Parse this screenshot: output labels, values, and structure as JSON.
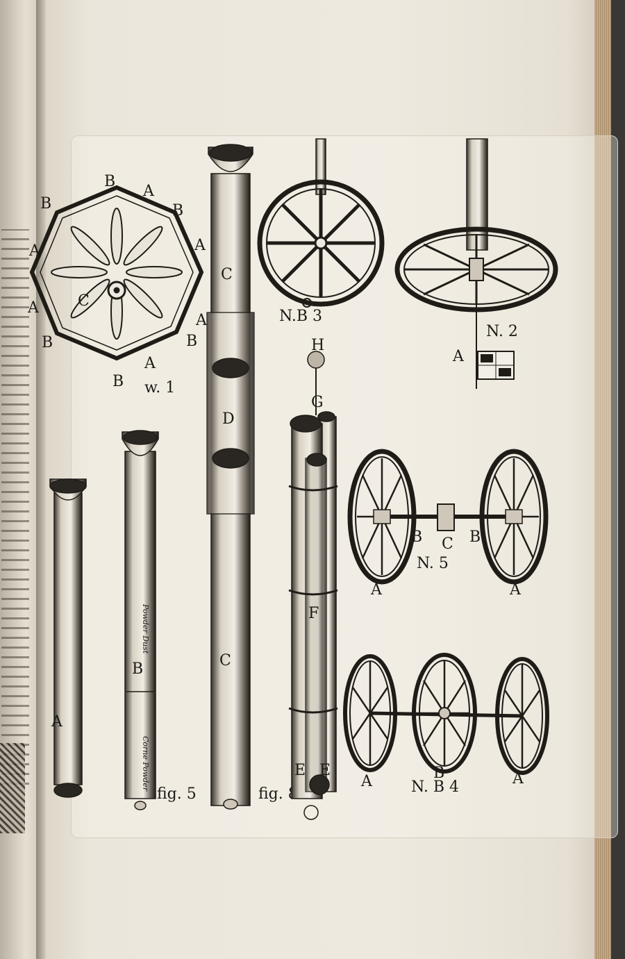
{
  "plate": {
    "figure_labels": {
      "fig1": "w. 1",
      "fig3": "N.B 3",
      "fig2": "N. 2",
      "fig5": "N. 5",
      "fig4": "N. B 4",
      "fig_left": "fig. 5",
      "fig_mid": "fig. 8"
    },
    "letters": {
      "A": "A",
      "B": "B",
      "C": "C",
      "D": "D",
      "E": "E",
      "F": "F",
      "G": "G",
      "H": "H"
    },
    "tube_text": {
      "upper": "Powder Dust",
      "lower": "Corne Powder"
    }
  }
}
